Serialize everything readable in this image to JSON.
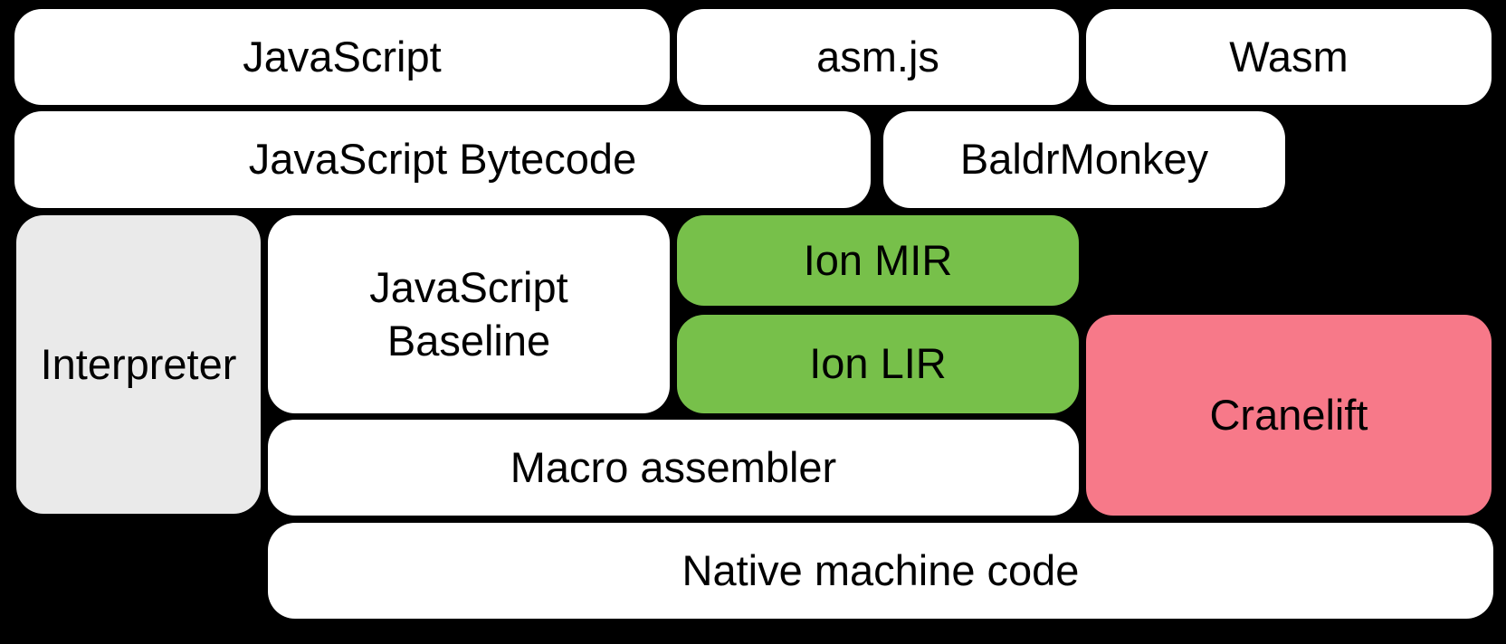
{
  "diagram": {
    "nodes": {
      "javascript": {
        "label": "JavaScript"
      },
      "asmjs": {
        "label": "asm.js"
      },
      "wasm": {
        "label": "Wasm"
      },
      "javascript_bytecode": {
        "label": "JavaScript Bytecode"
      },
      "baldrmonkey": {
        "label": "BaldrMonkey"
      },
      "interpreter": {
        "label": "Interpreter"
      },
      "javascript_baseline": {
        "label": "JavaScript Baseline",
        "line1": "JavaScript",
        "line2": "Baseline"
      },
      "ion_mir": {
        "label": "Ion MIR"
      },
      "ion_lir": {
        "label": "Ion LIR"
      },
      "cranelift": {
        "label": "Cranelift"
      },
      "macro_assembler": {
        "label": "Macro assembler"
      },
      "native_machine_code": {
        "label": "Native machine code"
      }
    },
    "colors": {
      "background": "#000000",
      "node_default": "#ffffff",
      "node_muted": "#eaeaea",
      "node_green": "#77c04a",
      "node_pink": "#f77989",
      "text": "#000000"
    }
  }
}
